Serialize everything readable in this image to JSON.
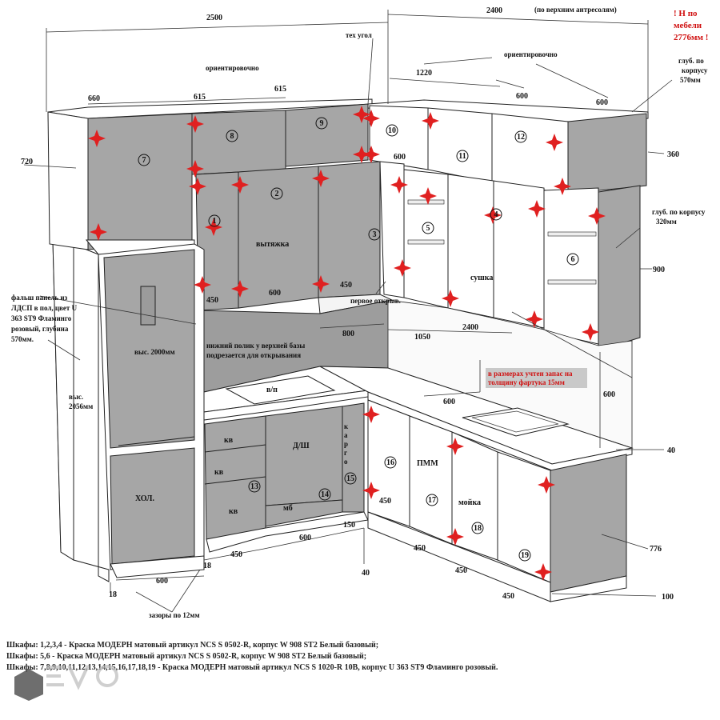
{
  "warning_lines": [
    "! Н по",
    "мебели",
    "2776мм !"
  ],
  "dimensions": {
    "top_left": "2500",
    "top_right": "2400",
    "top_right_note": "(по верхним антресолям)",
    "d660": "660",
    "d615a": "615",
    "d615b": "615",
    "d720": "720",
    "d1220": "1220",
    "d600_top": "600",
    "d600_top2": "600",
    "d600_cab10": "600",
    "d360": "360",
    "d900": "900",
    "d450_hood_left": "450",
    "d600_hood": "600",
    "d450_hood_right": "450",
    "d800": "800",
    "d1050": "1050",
    "d2400_mid": "2400",
    "d600_counter": "600",
    "d600_right": "600",
    "d40_right": "40",
    "d776": "776",
    "d100": "100",
    "d450_a": "450",
    "d450_b": "450",
    "d450_c": "450",
    "d450_left_base": "450",
    "d600_left_base": "600",
    "d150": "150",
    "d40_bottom": "40",
    "d18_a": "18",
    "d18_b": "18",
    "d600_fridge": "600",
    "depth_top": [
      "глуб. по",
      "корпусу",
      "570мм"
    ],
    "depth_mid": [
      "глуб. по корпусу",
      "320мм"
    ]
  },
  "labels": {
    "tech_corner": "тех угол",
    "approx_left": "ориентировочно",
    "approx_right": "ориентировочно",
    "hood": "вытяжка",
    "dryer": "сушка",
    "first_open": "первое открыв.",
    "hob": "в/п",
    "kv1": "кв",
    "kv2": "кв",
    "kv3": "кв",
    "dishwasher": "Д/Ш",
    "mb": "мб",
    "cargo": [
      "к",
      "а",
      "р",
      "г",
      "о"
    ],
    "pmm": "ПММ",
    "sink": "мойка",
    "fridge": "ХОЛ.",
    "fridge_height": "выс. 2000мм",
    "side_height": [
      "выс.",
      "2056мм"
    ],
    "gaps": "зазоры по 12мм",
    "false_panel": [
      "фальш панель из",
      "ЛДСП в пол, цвет U",
      "363 ST9 Фламинго",
      "розовый, глубина",
      "570мм."
    ],
    "shelf_note": [
      "нижний полик у верхней базы",
      "подрезается для открывания"
    ],
    "apron_note": [
      "в размерах учтен запас на",
      "толщину фартука 15мм"
    ]
  },
  "cabinet_numbers": [
    "1",
    "2",
    "3",
    "4",
    "5",
    "6",
    "7",
    "8",
    "9",
    "10",
    "11",
    "12",
    "13",
    "14",
    "15",
    "16",
    "17",
    "18",
    "19"
  ],
  "notes": [
    "Шкафы: 1,2,3,4 - Краска МОДЕРН матовый артикул NCS S 0502-R, корпус W 908 ST2 Белый базовый;",
    "Шкафы: 5,6 - Краска МОДЕРН матовый артикул NCS S 0502-R, корпус W 908 ST2 Белый базовый;",
    "Шкафы: 7,8,9,10,11,12,13,14,15,16,17,18,19 - Краска МОДЕРН матовый артикул NCS S 1020-R 10B, корпус U 363 ST9 Фламинго розовый."
  ],
  "colors": {
    "facade_grey": "#a6a6a6",
    "warning_red": "#d01010",
    "hinge_red": "#e02020"
  }
}
